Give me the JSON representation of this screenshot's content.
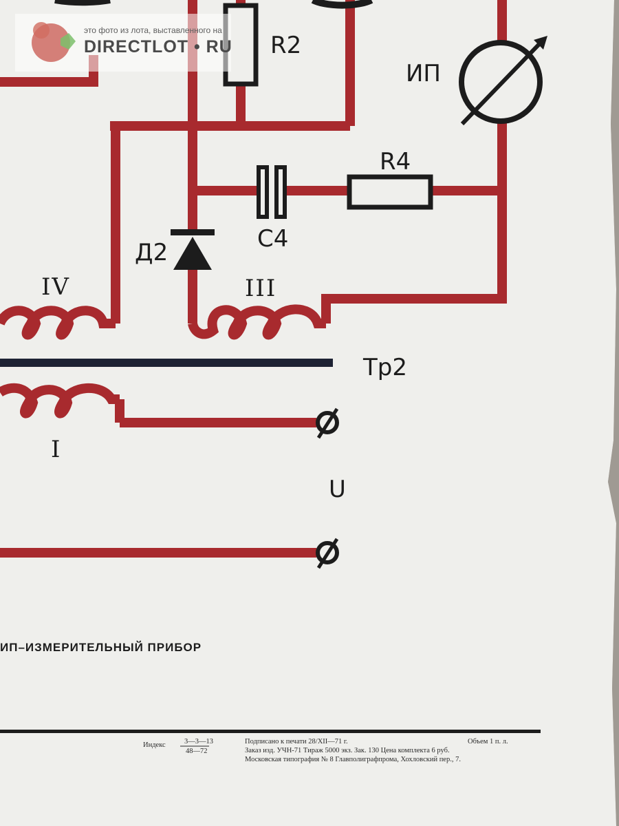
{
  "watermark": {
    "caption": "это фото из лота, выставленного на",
    "brand": "DIRECTLOT • RU"
  },
  "labels": {
    "r2": "R2",
    "ip": "ИП",
    "r4": "R4",
    "c4": "C4",
    "d2": "Д2",
    "winding_iv": "IV",
    "winding_iii": "III",
    "transformer": "Тр2",
    "winding_i": "I",
    "voltage": "U"
  },
  "legend": "ИП–ИЗМЕРИТЕЛЬНЫЙ ПРИБОР",
  "imprint": {
    "index_label": "Индекс",
    "index_top": "3—3—13",
    "index_bottom": "48—72",
    "line1": "Подписано к печати 28/XII—71 г.",
    "line2": "Заказ изд. УЧН-71    Тираж 5000 экз.    Зак. 130    Цена комплекта 6 руб.",
    "line3": "Московская типография № 8 Главполиграфпрома, Хохловский пер., 7.",
    "volume": "Объем 1 п. л."
  },
  "colors": {
    "wire": "#a82a2e",
    "ink": "#1c1c1c",
    "paper": "#efefec",
    "core": "#1d2233"
  }
}
